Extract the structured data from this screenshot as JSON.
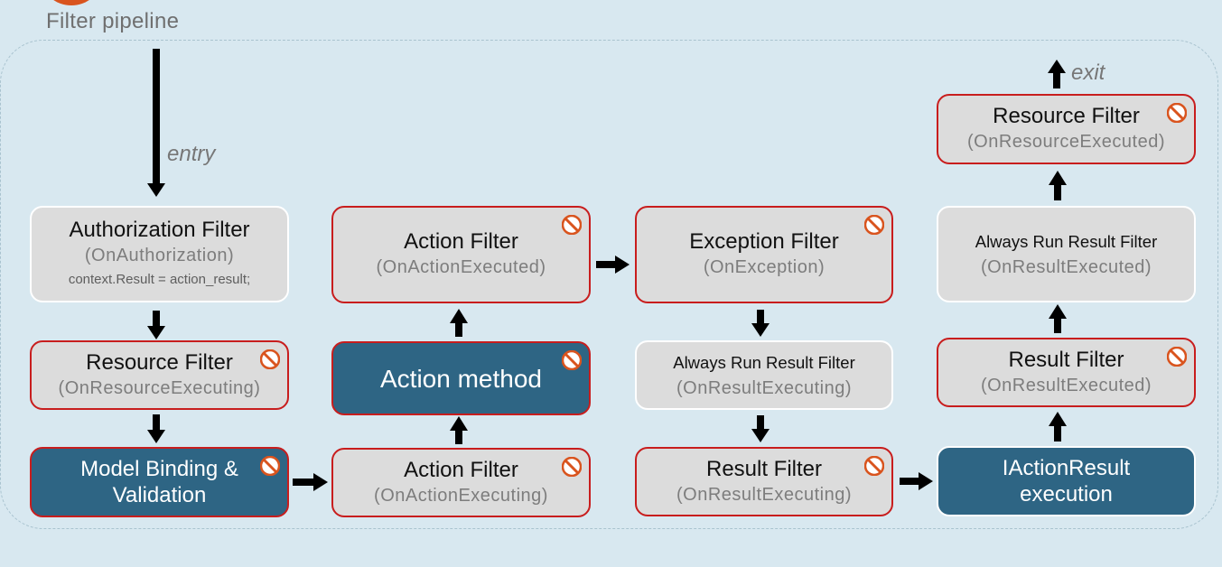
{
  "title": "Filter pipeline",
  "labels": {
    "entry": "entry",
    "exit": "exit"
  },
  "icons": {
    "stop": "no-entry-icon"
  },
  "colors": {
    "background": "#d8e8f0",
    "box": "#dcdcdc",
    "dark_box": "#2e6584",
    "red_border": "#c81d1d",
    "stop_icon": "#d9541e"
  },
  "boxes": {
    "authorization": {
      "name": "Authorization Filter",
      "method": "(OnAuthorization)",
      "code": "context.Result = action_result;"
    },
    "resource_executing": {
      "name": "Resource Filter",
      "method": "(OnResourceExecuting)"
    },
    "model_binding": {
      "name_line1": "Model Binding &",
      "name_line2": "Validation"
    },
    "action_executing": {
      "name": "Action Filter",
      "method": "(OnActionExecuting)"
    },
    "action_method": {
      "name": "Action method"
    },
    "action_executed": {
      "name": "Action Filter",
      "method": "(OnActionExecuted)"
    },
    "exception": {
      "name": "Exception Filter",
      "method": "(OnException)"
    },
    "always_run_executing": {
      "name": "Always Run Result Filter",
      "method": "(OnResultExecuting)"
    },
    "result_executing": {
      "name": "Result Filter",
      "method": "(OnResultExecuting)"
    },
    "iactionresult": {
      "name_line1": "IActionResult",
      "name_line2": "execution"
    },
    "result_executed": {
      "name": "Result Filter",
      "method": "(OnResultExecuted)"
    },
    "always_run_executed": {
      "name": "Always Run Result Filter",
      "method": "(OnResultExecuted)"
    },
    "resource_executed": {
      "name": "Resource Filter",
      "method": "(OnResourceExecuted)"
    }
  }
}
